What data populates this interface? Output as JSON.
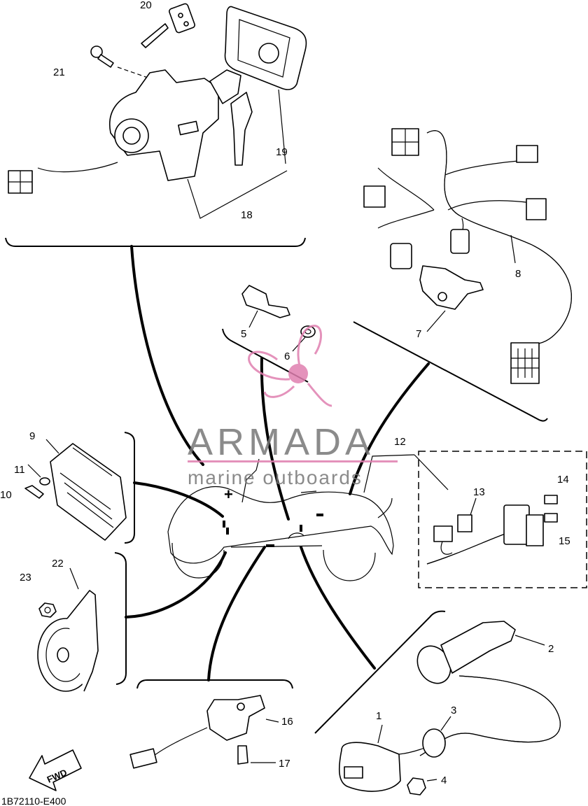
{
  "diagram": {
    "part_labels": [
      "1",
      "2",
      "3",
      "4",
      "5",
      "6",
      "7",
      "8",
      "9",
      "10",
      "11",
      "12",
      "13",
      "14",
      "15",
      "16",
      "17",
      "18",
      "19",
      "20",
      "21",
      "22",
      "23"
    ],
    "drawing_code": "1B72110-E400",
    "fwd_label": "FWD"
  },
  "watermark": {
    "brand": "ARMADA",
    "tagline": "marine outboards",
    "accent_color": "#e07fb0",
    "text_color": "#7a7a7a"
  }
}
